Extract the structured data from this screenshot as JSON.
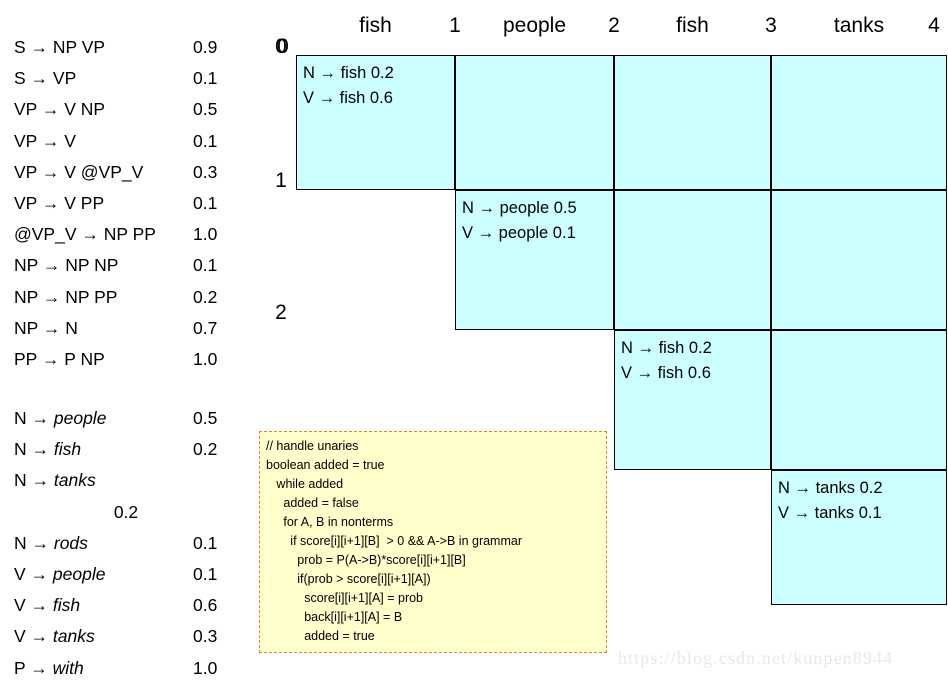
{
  "grammar": {
    "syntactic_rules": [
      {
        "lhs": "S → NP VP",
        "prob": "0.9"
      },
      {
        "lhs": "S → VP",
        "prob": "0.1"
      },
      {
        "lhs": "VP → V NP",
        "prob": "0.5"
      },
      {
        "lhs": "VP → V",
        "prob": "0.1"
      },
      {
        "lhs": "VP → V @VP_V",
        "prob": "0.3"
      },
      {
        "lhs": "VP → V PP",
        "prob": "0.1"
      },
      {
        "lhs": "@VP_V → NP PP",
        "prob": "1.0"
      },
      {
        "lhs": "NP → NP NP",
        "prob": "0.1"
      },
      {
        "lhs": "NP → NP PP",
        "prob": "0.2"
      },
      {
        "lhs": "NP → N",
        "prob": "0.7"
      },
      {
        "lhs": "PP → P NP",
        "prob": "1.0"
      }
    ],
    "lexical_rules": [
      {
        "nonterminal": "N → ",
        "word": "people",
        "prob": "0.5",
        "wrapped": false
      },
      {
        "nonterminal": "N → ",
        "word": "fish",
        "prob": "0.2",
        "wrapped": false
      },
      {
        "nonterminal": "N → ",
        "word": "tanks",
        "prob": "0.2",
        "wrapped": true
      },
      {
        "nonterminal": "N → ",
        "word": "rods",
        "prob": "0.1",
        "wrapped": false
      },
      {
        "nonterminal": "V → ",
        "word": "people",
        "prob": "0.1",
        "wrapped": false
      },
      {
        "nonterminal": "V → ",
        "word": "fish",
        "prob": "0.6",
        "wrapped": false
      },
      {
        "nonterminal": "V → ",
        "word": "tanks",
        "prob": "0.3",
        "wrapped": false
      },
      {
        "nonterminal": "P → ",
        "word": "with",
        "prob": "1.0",
        "wrapped": false
      }
    ]
  },
  "chart_data": {
    "type": "table",
    "title": "CKY parse chart",
    "sentence": [
      "fish",
      "people",
      "fish",
      "tanks"
    ],
    "column_indices": [
      "0",
      "1",
      "2",
      "3",
      "4"
    ],
    "row_indices": [
      "0",
      "1",
      "2"
    ],
    "cells": [
      {
        "row": 0,
        "col_start": 0,
        "col_end": 4,
        "entries": [
          "N → fish 0.2",
          "V → fish 0.6"
        ]
      },
      {
        "row": 1,
        "col_start": 1,
        "col_end": 4,
        "entries": [
          "N → people 0.5",
          "V → people 0.1"
        ]
      },
      {
        "row": 2,
        "col_start": 2,
        "col_end": 4,
        "entries": [
          "N → fish 0.2",
          "V → fish 0.6"
        ]
      },
      {
        "row": 3,
        "col_start": 3,
        "col_end": 4,
        "entries": [
          "N → tanks 0.2",
          "V → tanks 0.1"
        ]
      }
    ]
  },
  "code": {
    "lines": [
      "// handle unaries",
      "boolean added = true",
      "   while added",
      "     added = false",
      "     for A, B in nonterms",
      "       if score[i][i+1][B]  > 0 && A->B in grammar",
      "         prob = P(A->B)*score[i][i+1][B]",
      "         if(prob > score[i][i+1][A])",
      "           score[i][i+1][A] = prob",
      "           back[i][i+1][A] = B",
      "           added = true"
    ]
  },
  "watermark": {
    "text": "https://blog.csdn.net/kunpen8944"
  },
  "colors": {
    "cell_fill": "#ccffff",
    "code_fill": "#ffffcc",
    "code_border": "#ed7d31",
    "grid_line": "#000000"
  }
}
